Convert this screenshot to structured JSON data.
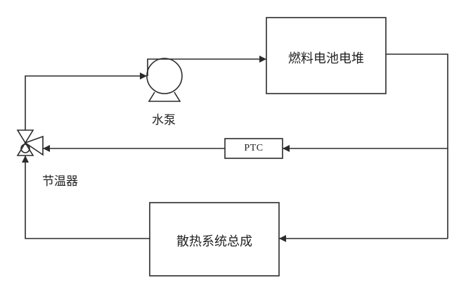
{
  "diagram": {
    "colors": {
      "line": "#2b2b2b",
      "background": "#ffffff"
    },
    "nodes": {
      "stack": {
        "label": "燃料电池电堆"
      },
      "pump": {
        "label": "水泵"
      },
      "ptc": {
        "label": "PTC"
      },
      "thermostat": {
        "label": "节温器"
      },
      "radiator": {
        "label": "散热系统总成"
      }
    }
  }
}
